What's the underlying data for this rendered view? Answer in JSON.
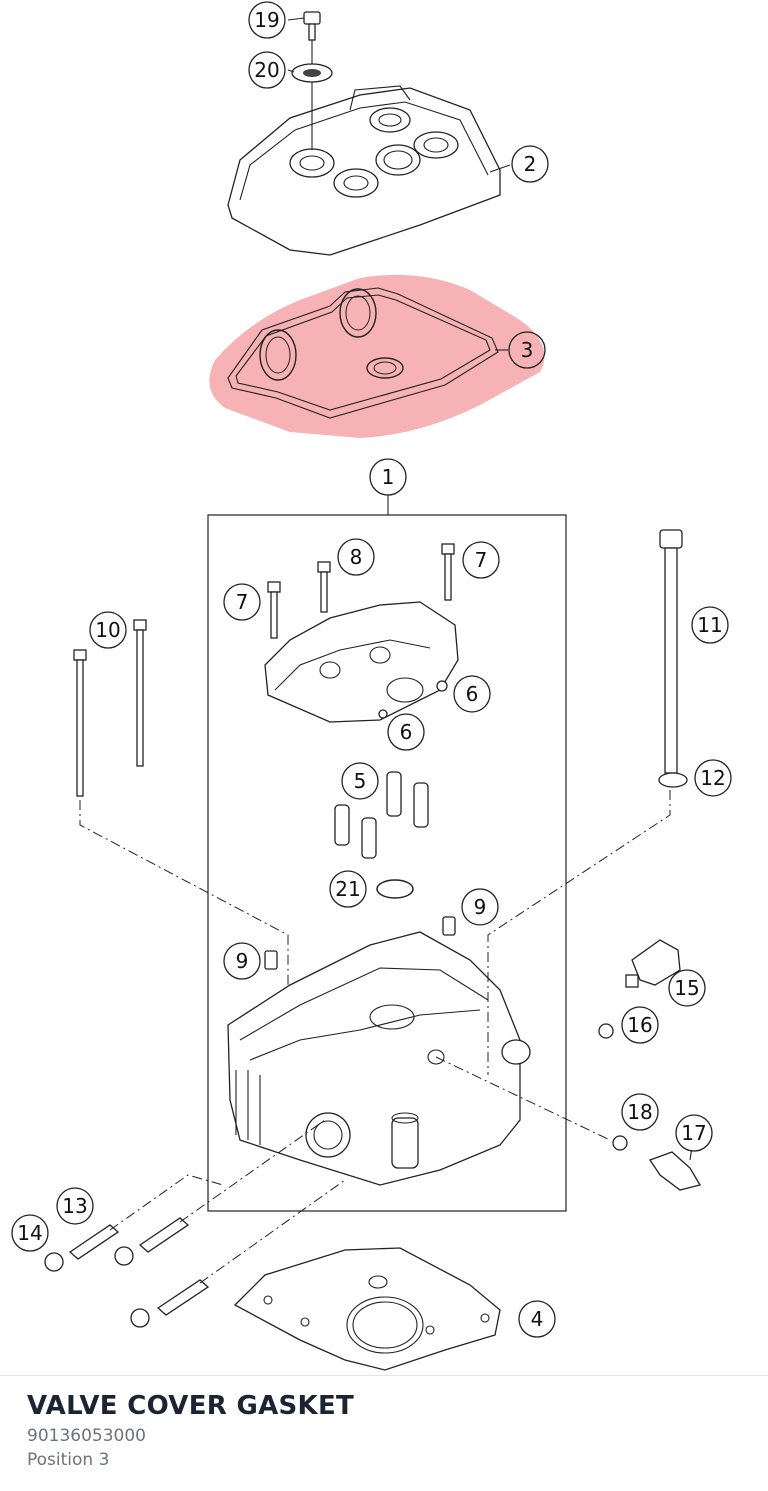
{
  "part": {
    "name": "VALVE COVER GASKET",
    "number": "90136053000",
    "position": "Position 3"
  },
  "highlight": {
    "callout": "3",
    "color": "#f6a5a8"
  },
  "callouts": {
    "c19": "19",
    "c20": "20",
    "c2": "2",
    "c3": "3",
    "c1": "1",
    "c8": "8",
    "c7a": "7",
    "c7b": "7",
    "c10": "10",
    "c11": "11",
    "c6a": "6",
    "c6b": "6",
    "c5": "5",
    "c12": "12",
    "c21": "21",
    "c9a": "9",
    "c9b": "9",
    "c15": "15",
    "c16": "16",
    "c18": "18",
    "c17": "17",
    "c13": "13",
    "c14": "14",
    "c4": "4"
  }
}
